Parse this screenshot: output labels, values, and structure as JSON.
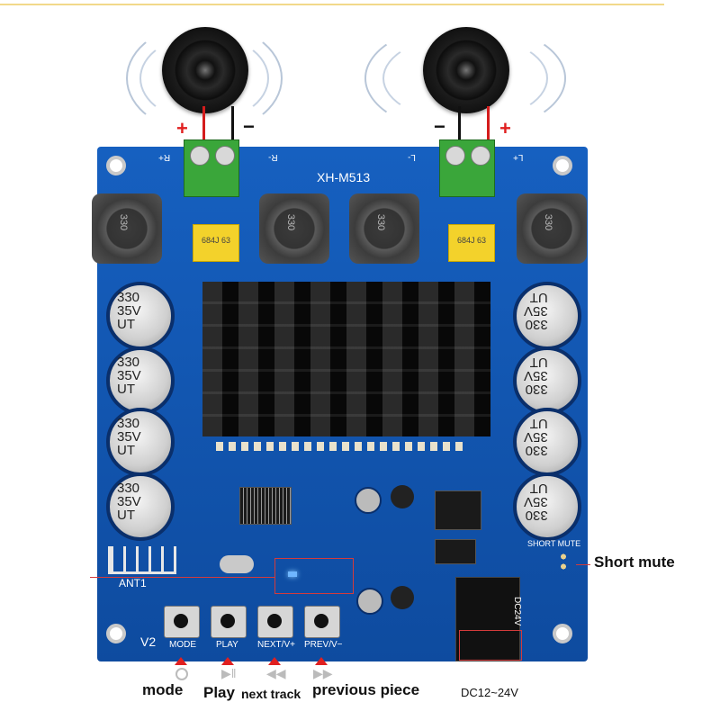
{
  "image": {
    "speaker_markings": {
      "left_plus": "+",
      "left_minus": "−",
      "right_minus": "−",
      "right_plus": "+"
    },
    "board": {
      "model": "XH-M513",
      "version": "V2",
      "antenna_label": "ANT1",
      "dc_label": "DC24V",
      "short_mute_header": "SHORT MUTE",
      "terminal_labels": {
        "r_plus": "R+",
        "r_minus": "R-",
        "l_minus": "L-",
        "l_plus": "L+"
      },
      "inductor_marking": "330",
      "film_cap_marking": "684J 63",
      "electrolytic_marking": [
        "330",
        "35V",
        "UT"
      ],
      "button_labels": [
        "MODE",
        "PLAY",
        "NEXT/V+",
        "PREV/V−"
      ]
    },
    "annotations": {
      "short_mute": "Short mute",
      "mode": "mode",
      "play": "Play",
      "next": "next track",
      "prev": "previous piece",
      "dc_input": "DC12~24V"
    },
    "colors": {
      "board": "#0f4fa8",
      "callout": "#d43b3b",
      "arrow": "#e02020"
    }
  }
}
